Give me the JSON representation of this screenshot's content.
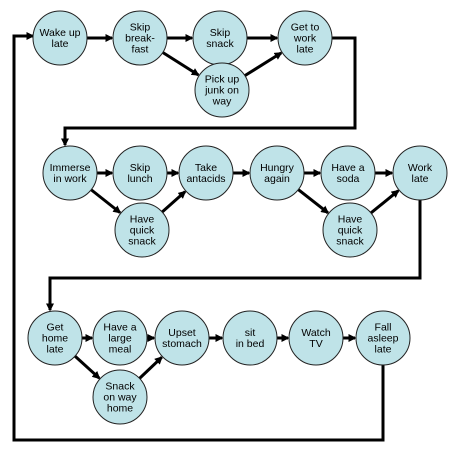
{
  "diagram": {
    "node_fill": "#bfe3e8",
    "node_stroke": "#222222",
    "arrow_color": "#000000",
    "nodes": [
      {
        "id": "wake",
        "lines": [
          "Wake up",
          "late"
        ]
      },
      {
        "id": "skip_bf",
        "lines": [
          "Skip",
          "break-",
          "fast"
        ]
      },
      {
        "id": "skip_snack",
        "lines": [
          "Skip",
          "snack"
        ]
      },
      {
        "id": "get_work",
        "lines": [
          "Get to",
          "work",
          "late"
        ]
      },
      {
        "id": "pick_junk",
        "lines": [
          "Pick up",
          "junk on",
          "way"
        ]
      },
      {
        "id": "immerse",
        "lines": [
          "Immerse",
          "in work"
        ]
      },
      {
        "id": "skip_lunch",
        "lines": [
          "Skip",
          "lunch"
        ]
      },
      {
        "id": "antacids",
        "lines": [
          "Take",
          "antacids"
        ]
      },
      {
        "id": "hungry",
        "lines": [
          "Hungry",
          "again"
        ]
      },
      {
        "id": "soda",
        "lines": [
          "Have a",
          "soda"
        ]
      },
      {
        "id": "work_late",
        "lines": [
          "Work",
          "late"
        ]
      },
      {
        "id": "quick1",
        "lines": [
          "Have",
          "quick",
          "snack"
        ]
      },
      {
        "id": "quick2",
        "lines": [
          "Have",
          "quick",
          "snack"
        ]
      },
      {
        "id": "get_home",
        "lines": [
          "Get",
          "home",
          "late"
        ]
      },
      {
        "id": "large_meal",
        "lines": [
          "Have a",
          "large",
          "meal"
        ]
      },
      {
        "id": "upset",
        "lines": [
          "Upset",
          "stomach"
        ]
      },
      {
        "id": "sit_bed",
        "lines": [
          "sit",
          "in bed"
        ]
      },
      {
        "id": "watch_tv",
        "lines": [
          "Watch",
          "TV"
        ]
      },
      {
        "id": "asleep",
        "lines": [
          "Fall",
          "asleep",
          "late"
        ]
      },
      {
        "id": "snack_home",
        "lines": [
          "Snack",
          "on way",
          "home"
        ]
      }
    ],
    "edges": [
      [
        "wake",
        "skip_bf"
      ],
      [
        "skip_bf",
        "skip_snack"
      ],
      [
        "skip_snack",
        "get_work"
      ],
      [
        "skip_bf",
        "pick_junk"
      ],
      [
        "pick_junk",
        "get_work"
      ],
      [
        "immerse",
        "skip_lunch"
      ],
      [
        "skip_lunch",
        "antacids"
      ],
      [
        "antacids",
        "hungry"
      ],
      [
        "hungry",
        "soda"
      ],
      [
        "soda",
        "work_late"
      ],
      [
        "immerse",
        "quick1"
      ],
      [
        "quick1",
        "antacids"
      ],
      [
        "hungry",
        "quick2"
      ],
      [
        "quick2",
        "work_late"
      ],
      [
        "get_home",
        "large_meal"
      ],
      [
        "large_meal",
        "upset"
      ],
      [
        "upset",
        "sit_bed"
      ],
      [
        "sit_bed",
        "watch_tv"
      ],
      [
        "watch_tv",
        "asleep"
      ],
      [
        "get_home",
        "snack_home"
      ],
      [
        "snack_home",
        "upset"
      ]
    ],
    "connectors": [
      {
        "from": "get_work",
        "to": "immerse"
      },
      {
        "from": "work_late",
        "to": "get_home"
      },
      {
        "from": "asleep",
        "to": "wake"
      }
    ]
  }
}
